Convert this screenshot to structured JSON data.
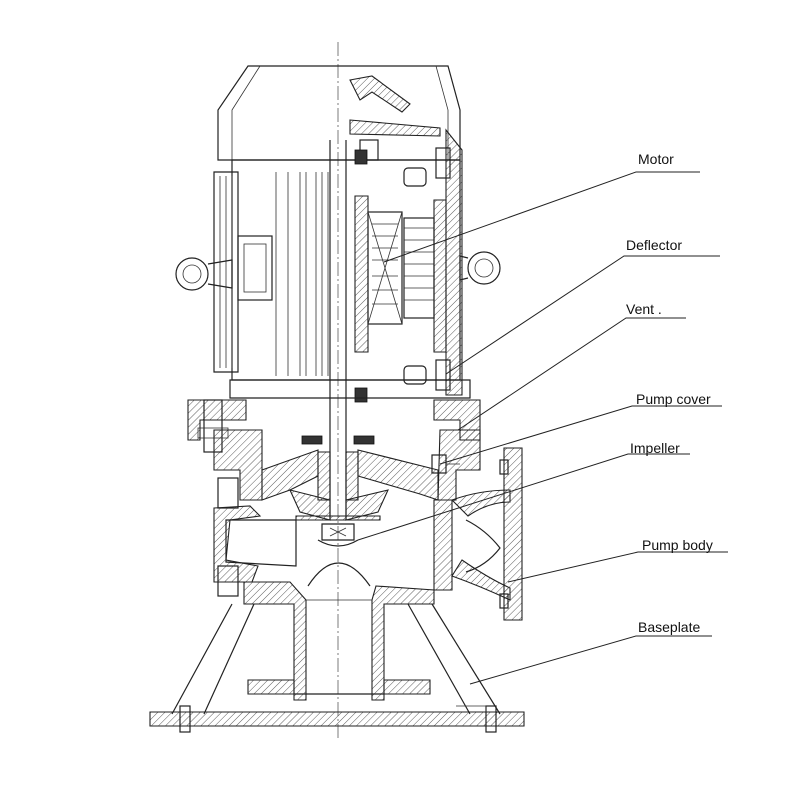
{
  "labels": {
    "motor": "Motor",
    "deflector": "Deflector",
    "vent": "Vent .",
    "pump_cover": "Pump cover",
    "impeller": "Impeller",
    "pump_body": "Pump body",
    "baseplate": "Baseplate"
  },
  "colors": {
    "line": "#222222",
    "background": "#ffffff"
  }
}
